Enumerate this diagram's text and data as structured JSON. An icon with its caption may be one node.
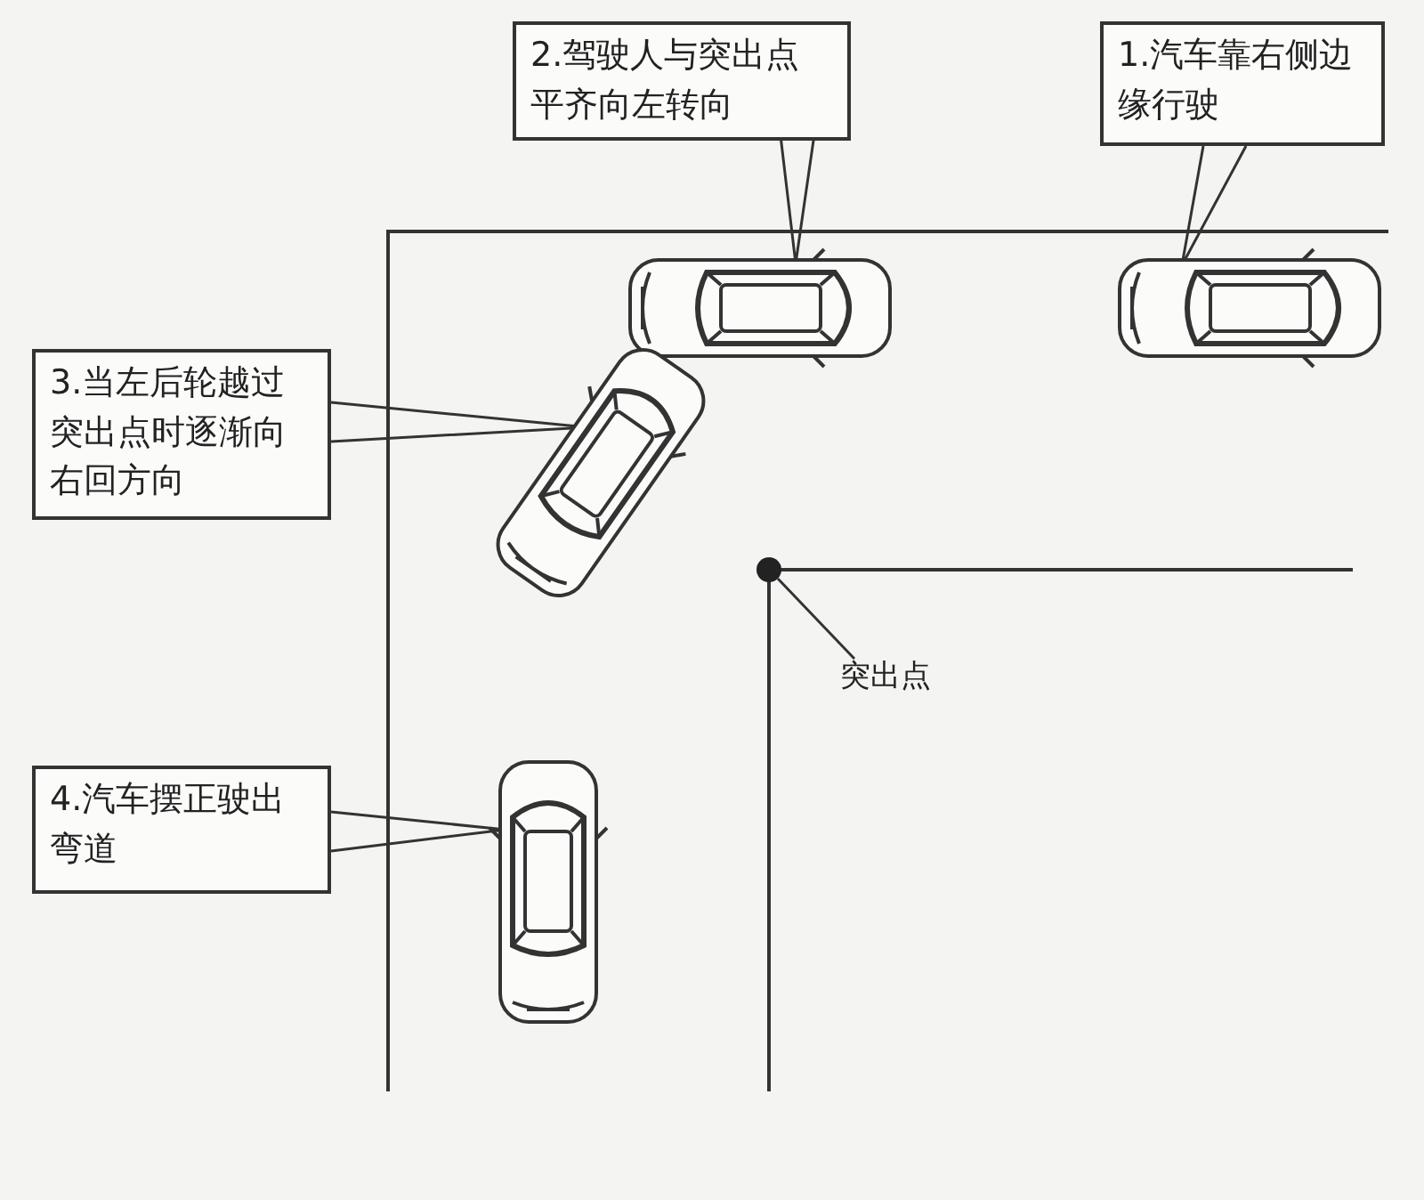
{
  "diagram": {
    "nodes": [
      {
        "text": [
          "2.驾驶人与突出点平齐向左转向"
        ]
      },
      {
        "text": [
          "1.汽车靠右侧边缘行驶"
        ]
      },
      {
        "text": [
          "3.当左后轮越过突出点时逐渐向右回方向"
        ]
      },
      {
        "text": [
          "4.汽车摆正驶出弯道"
        ]
      },
      {
        "text": [
          "突出点"
        ]
      },
      {
        "text": [],
        "shape": "picture"
      },
      {
        "text": [],
        "shape": "picture"
      },
      {
        "text": [],
        "shape": "picture"
      },
      {
        "text": [],
        "shape": "picture"
      },
      {
        "text": [],
        "shape": "circle"
      }
    ],
    "edges": [
      {
        "from": 0,
        "to": 5,
        "arrow": "none"
      },
      {
        "from": 1,
        "to": 6,
        "arrow": "none"
      },
      {
        "from": 2,
        "to": 7,
        "arrow": "none"
      },
      {
        "from": 3,
        "to": 8,
        "arrow": "none"
      },
      {
        "from": 4,
        "to": 9,
        "arrow": "none"
      }
    ]
  }
}
